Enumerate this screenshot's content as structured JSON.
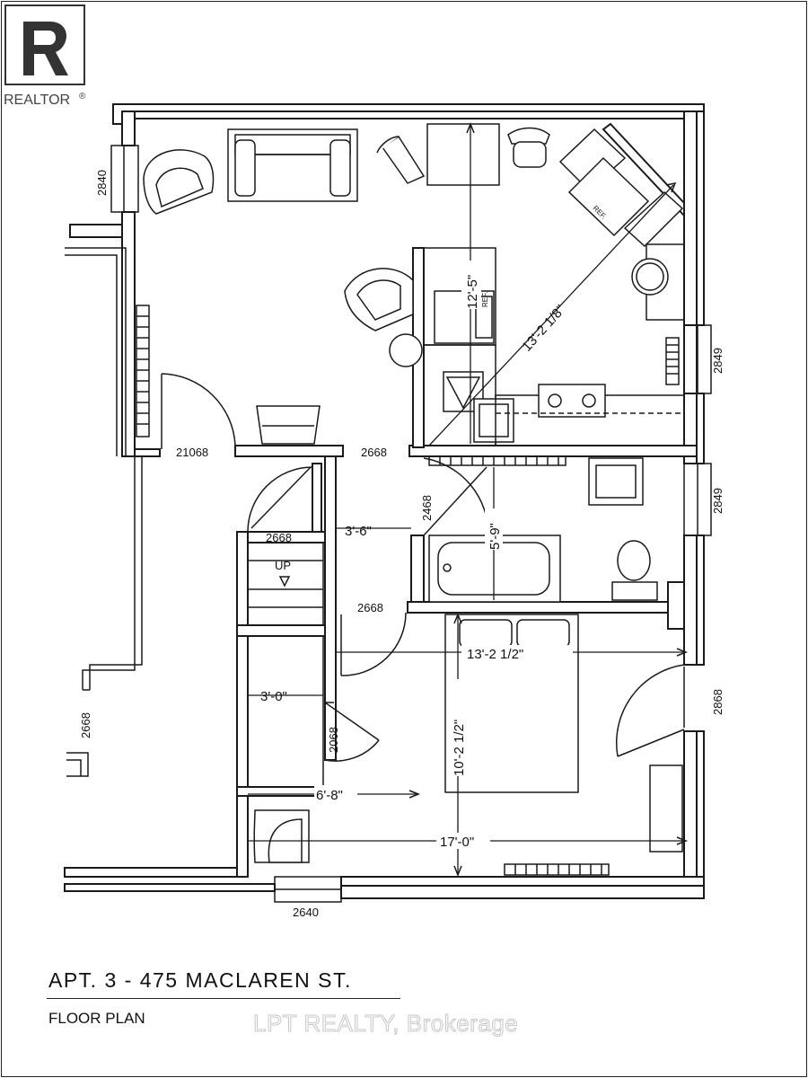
{
  "logo": {
    "text": "REALTOR",
    "mark": "®"
  },
  "title": "APT. 3 - 475 MACLAREN ST.",
  "subtitle": "FLOOR PLAN",
  "watermark": "LPT REALTY, Brokerage",
  "labels": {
    "w_left": "2840",
    "w_right1": "2849",
    "w_right2": "2849",
    "w_right3": "2868",
    "w_bottom": "2640",
    "w_leftwall": "2668",
    "d_21068": "21068",
    "d_2668a": "2668",
    "d_2668b": "2668",
    "d_2668c": "2668",
    "d_2468": "2468",
    "d_2068": "2068",
    "up": "UP",
    "ref1": "REF.",
    "ref2": "REF."
  },
  "dimensions": {
    "kitchen_v": "12'-5\"",
    "diag": "13'-2 1/8\"",
    "hall": "3'-6\"",
    "bath": "5'-9\"",
    "bed_w": "13'-2 1/2\"",
    "closet": "3'-0\"",
    "bed_h": "10'-2 1/2\"",
    "bed_b": "6'-8\"",
    "bed_full": "17'-0\""
  }
}
